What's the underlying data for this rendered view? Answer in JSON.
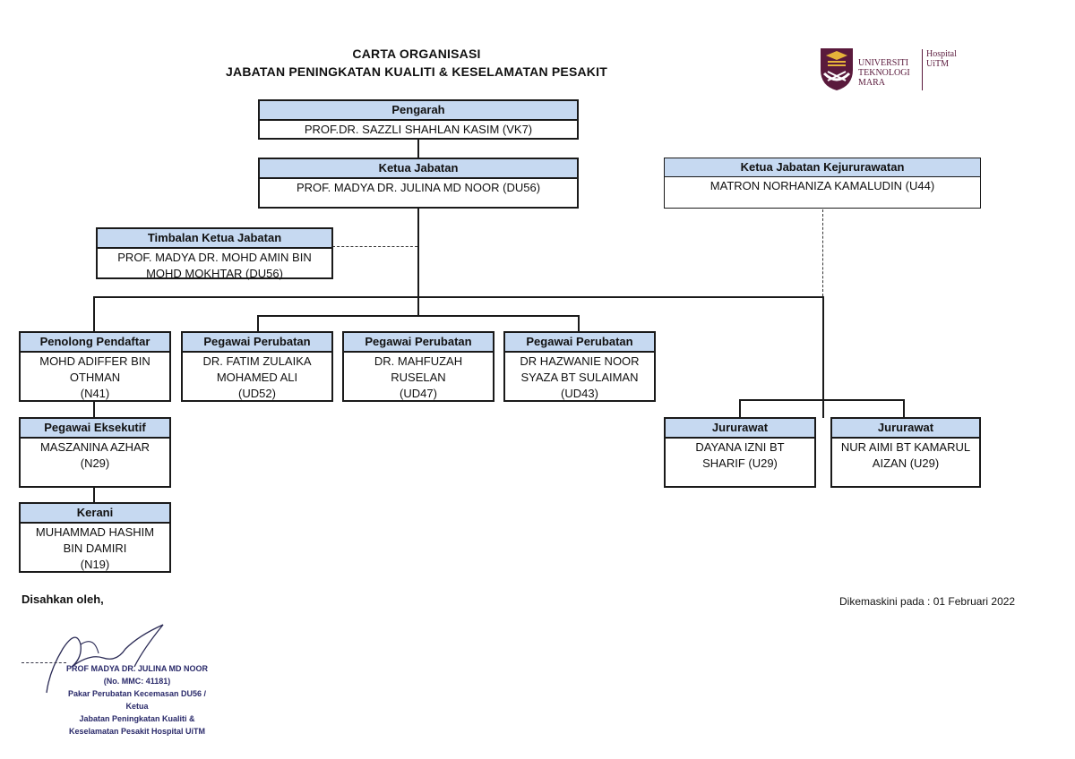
{
  "title": {
    "line1": "CARTA ORGANISASI",
    "line2": "JABATAN PENINGKATAN KUALITI & KESELAMATAN PESAKIT"
  },
  "logo": {
    "line1": "UNIVERSITI",
    "line2": "TEKNOLOGI",
    "line3": "MARA",
    "hospital1": "Hospital",
    "hospital2": "UiTM",
    "brand_color": "#5a1a3c"
  },
  "colors": {
    "header_fill": "#c6d9f1",
    "border": "#1a1a1a"
  },
  "nodes": {
    "pengarah": {
      "role": "Pengarah",
      "lines": [
        "PROF.DR. SAZZLI SHAHLAN KASIM (VK7)"
      ]
    },
    "ketua": {
      "role": "Ketua Jabatan",
      "lines": [
        "PROF. MADYA DR. JULINA MD NOOR (DU56)"
      ]
    },
    "kejururawatan": {
      "role": "Ketua Jabatan Kejururawatan",
      "lines": [
        "MATRON NORHANIZA KAMALUDIN (U44)"
      ]
    },
    "timbalan": {
      "role": "Timbalan Ketua Jabatan",
      "lines": [
        "PROF. MADYA DR. MOHD AMIN BIN",
        "MOHD MOKHTAR  (DU56)"
      ]
    },
    "penolong": {
      "role": "Penolong Pendaftar",
      "lines": [
        "MOHD ADIFFER BIN",
        "OTHMAN",
        "(N41)"
      ]
    },
    "perubatan1": {
      "role": "Pegawai Perubatan",
      "lines": [
        "DR. FATIM ZULAIKA",
        "MOHAMED ALI",
        "(UD52)"
      ]
    },
    "perubatan2": {
      "role": "Pegawai Perubatan",
      "lines": [
        "DR. MAHFUZAH",
        "RUSELAN",
        "(UD47)"
      ]
    },
    "perubatan3": {
      "role": "Pegawai Perubatan",
      "lines": [
        "DR HAZWANIE NOOR",
        "SYAZA BT SULAIMAN",
        "(UD43)"
      ]
    },
    "eksekutif": {
      "role": "Pegawai Eksekutif",
      "lines": [
        "MASZANINA AZHAR",
        "(N29)"
      ]
    },
    "kerani": {
      "role": "Kerani",
      "lines": [
        "MUHAMMAD HASHIM",
        "BIN DAMIRI",
        "(N19)"
      ]
    },
    "jururawat1": {
      "role": "Jururawat",
      "lines": [
        "DAYANA IZNI BT",
        "SHARIF (U29)"
      ]
    },
    "jururawat2": {
      "role": "Jururawat",
      "lines": [
        "NUR AIMI BT KAMARUL",
        "AIZAN (U29)"
      ]
    }
  },
  "footer": {
    "disahkan": "Disahkan oleh,",
    "updated": "Dikemaskini pada : 01 Februari 2022",
    "signature": [
      "PROF MADYA DR. JULINA MD NOOR",
      "(No. MMC: 41181)",
      "Pakar Perubatan Kecemasan DU56 /",
      "Ketua",
      "Jabatan Peningkatan Kualiti &",
      "Keselamatan Pesakit Hospital UiTM"
    ]
  }
}
